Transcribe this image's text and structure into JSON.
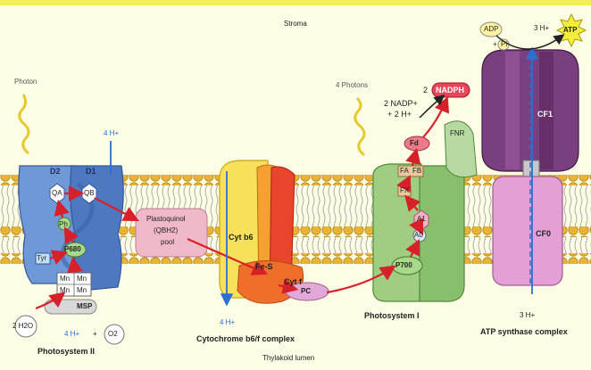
{
  "regions": {
    "stroma": "Stroma",
    "lumen": "Thylakoid lumen"
  },
  "incoming": {
    "photon": "Photon",
    "photons4": "4 Photons"
  },
  "psii": {
    "title": "Photosystem II",
    "d2": "D2",
    "d1": "D1",
    "qa": "QA",
    "qb": "QB",
    "ph": "Ph",
    "p680": "P680",
    "tyr": "Tyr",
    "mn": [
      "Mn",
      "Mn",
      "Mn",
      "Mn"
    ],
    "msp": "MSP",
    "water": "2 H2O",
    "protons_out": "4 H+",
    "plus": "+",
    "oxygen": "O2",
    "protons_in": "4 H+"
  },
  "pq": {
    "line1": "Plastoquinol",
    "line2": "(QBH2)",
    "line3": "pool"
  },
  "cyt": {
    "title": "Cytochrome b6/f complex",
    "cytb6": "Cyt b6",
    "fes": "Fe-S",
    "cytf": "Cyt f",
    "protons_lumen": "4 H+"
  },
  "pc": "PC",
  "psi": {
    "title": "Photosystem I",
    "p700": "P700",
    "a0": "A0",
    "a1": "A1",
    "fx": "FX",
    "fa": "FA",
    "fb": "FB",
    "fd": "Fd",
    "fnr": "FNR",
    "nadph": "NADPH",
    "nadph_prefix": "2",
    "nadp": "2 NADP+",
    "protons": "+ 2 H+"
  },
  "atp": {
    "title": "ATP synthase complex",
    "adp": "ADP",
    "plus": "+",
    "pi": "Pi",
    "atp": "ATP",
    "cf1": "CF1",
    "cf0": "CF0",
    "protons_top": "3 H+",
    "protons_bottom": "3 H+"
  },
  "colors": {
    "membrane_head": "#e7b437",
    "psii_blue": "#5b85c8",
    "pq_pink": "#efb9c8",
    "cyt_yellow": "#f7e05a",
    "cyt_orange": "#f07a2b",
    "cyt_red": "#e8452c",
    "pc_pink": "#e4a8d8",
    "psi_green": "#9fcd82",
    "atp_purple": "#7a3f7e",
    "atp_pink": "#e4a0d4",
    "arrow_red": "#d8202a",
    "proton_blue": "#2a6fd3"
  }
}
